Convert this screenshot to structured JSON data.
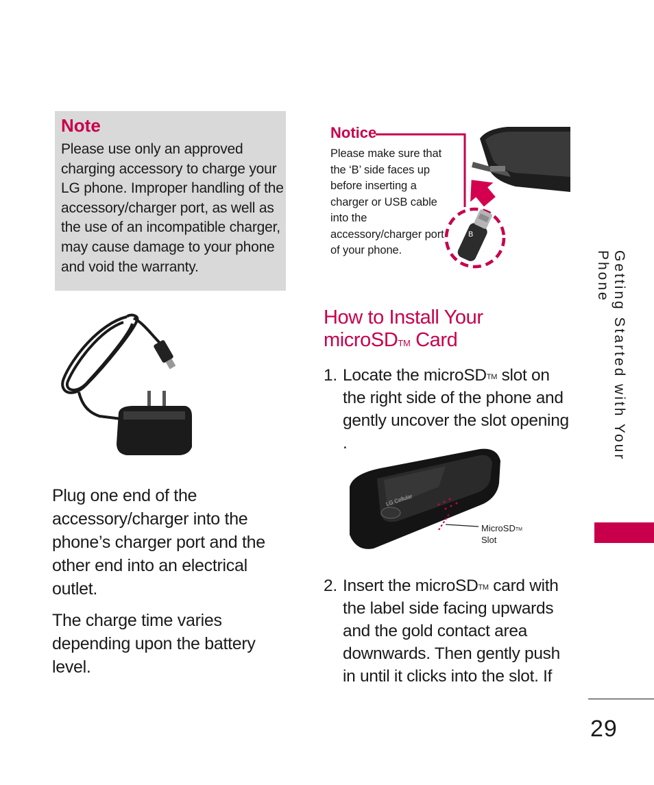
{
  "note": {
    "title": "Note",
    "body": "Please use only an approved charging accessory to charge your LG phone. Improper handling of the accessory/charger port, as well as the use of an incompatible charger, may cause damage to your phone and void  the warranty."
  },
  "notice": {
    "title": "Notice",
    "body": "Please make sure that the  ‘B’ side faces up before inserting a charger or USB cable into the accessory/charger port of your phone.",
    "connector_letter": "B"
  },
  "left_column": {
    "para1": "Plug one end of the accessory/charger into the phone’s charger port and the other end into an electrical outlet.",
    "para2": "The charge time varies depending upon the battery level."
  },
  "section": {
    "heading_line1": "How to Install Your",
    "heading_line2_pre": "microSD",
    "heading_tm": "TM",
    "heading_line2_post": " Card"
  },
  "steps": [
    {
      "num": "1.",
      "pre": "Locate the microSD",
      "tm": "TM",
      "post": " slot on the right side of the phone and gently uncover the slot opening ."
    },
    {
      "num": "2.",
      "pre": "Insert the microSD",
      "tm": "TM",
      "post": " card with the label side facing upwards and the gold contact area downwards. Then gently push in until it clicks into the slot. If"
    }
  ],
  "slot_label": {
    "line1_pre": "MicroSD",
    "line1_tm": "TM",
    "line2": "Slot"
  },
  "phone_brand": "LG Cellular",
  "side_tab": {
    "text": "Getting Started with Your Phone"
  },
  "page_number": "29",
  "colors": {
    "accent": "#c8004b",
    "note_bg": "#d9d9d9",
    "text": "#1a1a1a"
  }
}
